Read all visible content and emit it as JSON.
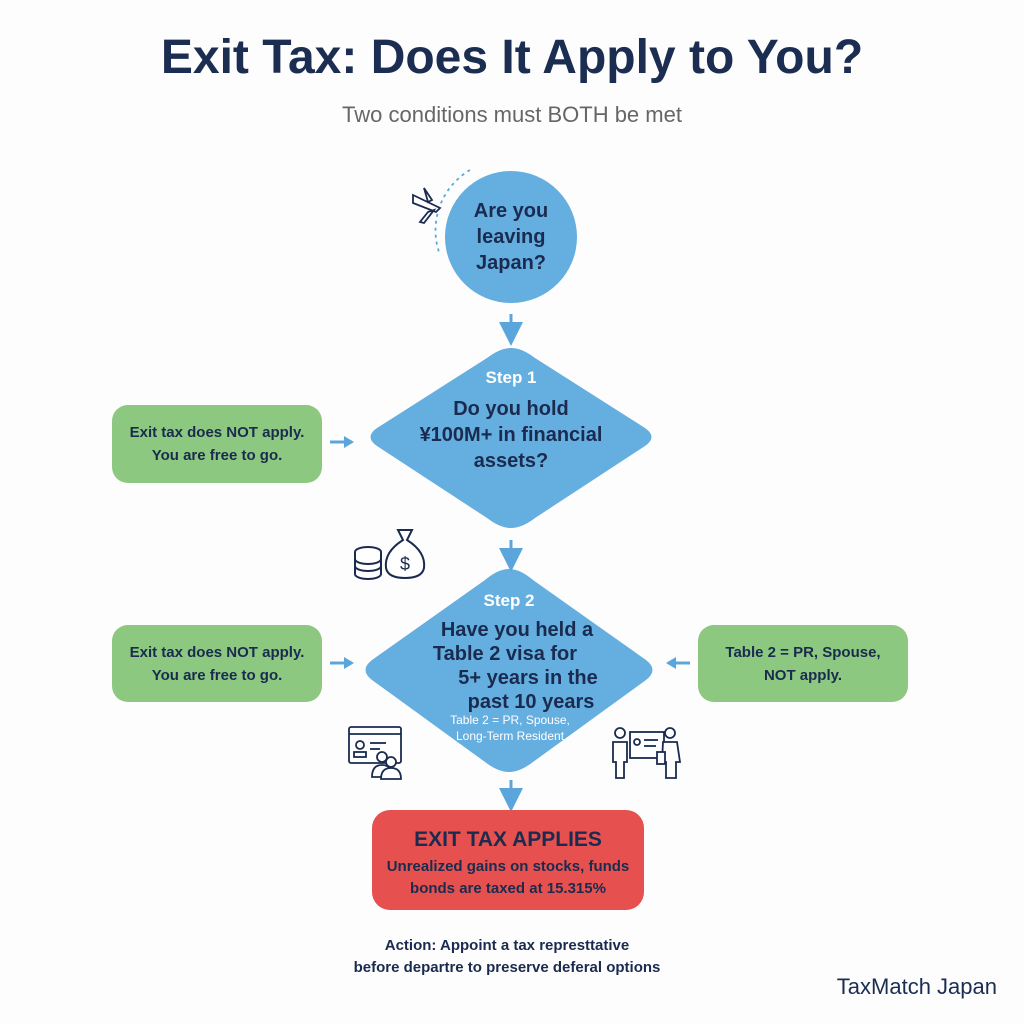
{
  "title": "Exit Tax: Does It Apply to You?",
  "subtitle": "Two conditions must BOTH be met",
  "start": {
    "question": "Are you leaving Japan?",
    "icon": "airplane-icon"
  },
  "step1": {
    "label": "Step 1",
    "question": "Do you hold ¥100M+ in financial assets?",
    "icon": "coins-money-bag-icon"
  },
  "step1_no": {
    "text_line1": "Exit tax does NOT apply.",
    "text_line2": "You are free to go."
  },
  "step2": {
    "label": "Step 2",
    "question_lines": [
      "Have you held a",
      "Table 2 visa for",
      "5+ years in the",
      "past 10 years"
    ],
    "note_line1": "Table 2 = PR, Spouse,",
    "note_line2": "Long-Term Resident",
    "icons": [
      "id-card-people-icon",
      "people-document-icon"
    ]
  },
  "step2_no": {
    "text_line1": "Exit tax does NOT apply.",
    "text_line2": "You are free to go."
  },
  "step2_side": {
    "text_line1": "Table 2 = PR, Spouse,",
    "text_line2": "NOT apply."
  },
  "result": {
    "heading": "EXIT TAX APPLIES",
    "line1": "Unrealized gains on stocks, funds",
    "line2": "bonds are taxed at 15.315%"
  },
  "action": {
    "line1": "Action: Appoint a tax represttative",
    "line2": "before departre to preserve deferal options"
  },
  "brand": "TaxMatch Japan",
  "colors": {
    "navy": "#1a2b4f",
    "blue": "#65aee0",
    "green": "#8cc87f",
    "red": "#e6514f"
  }
}
